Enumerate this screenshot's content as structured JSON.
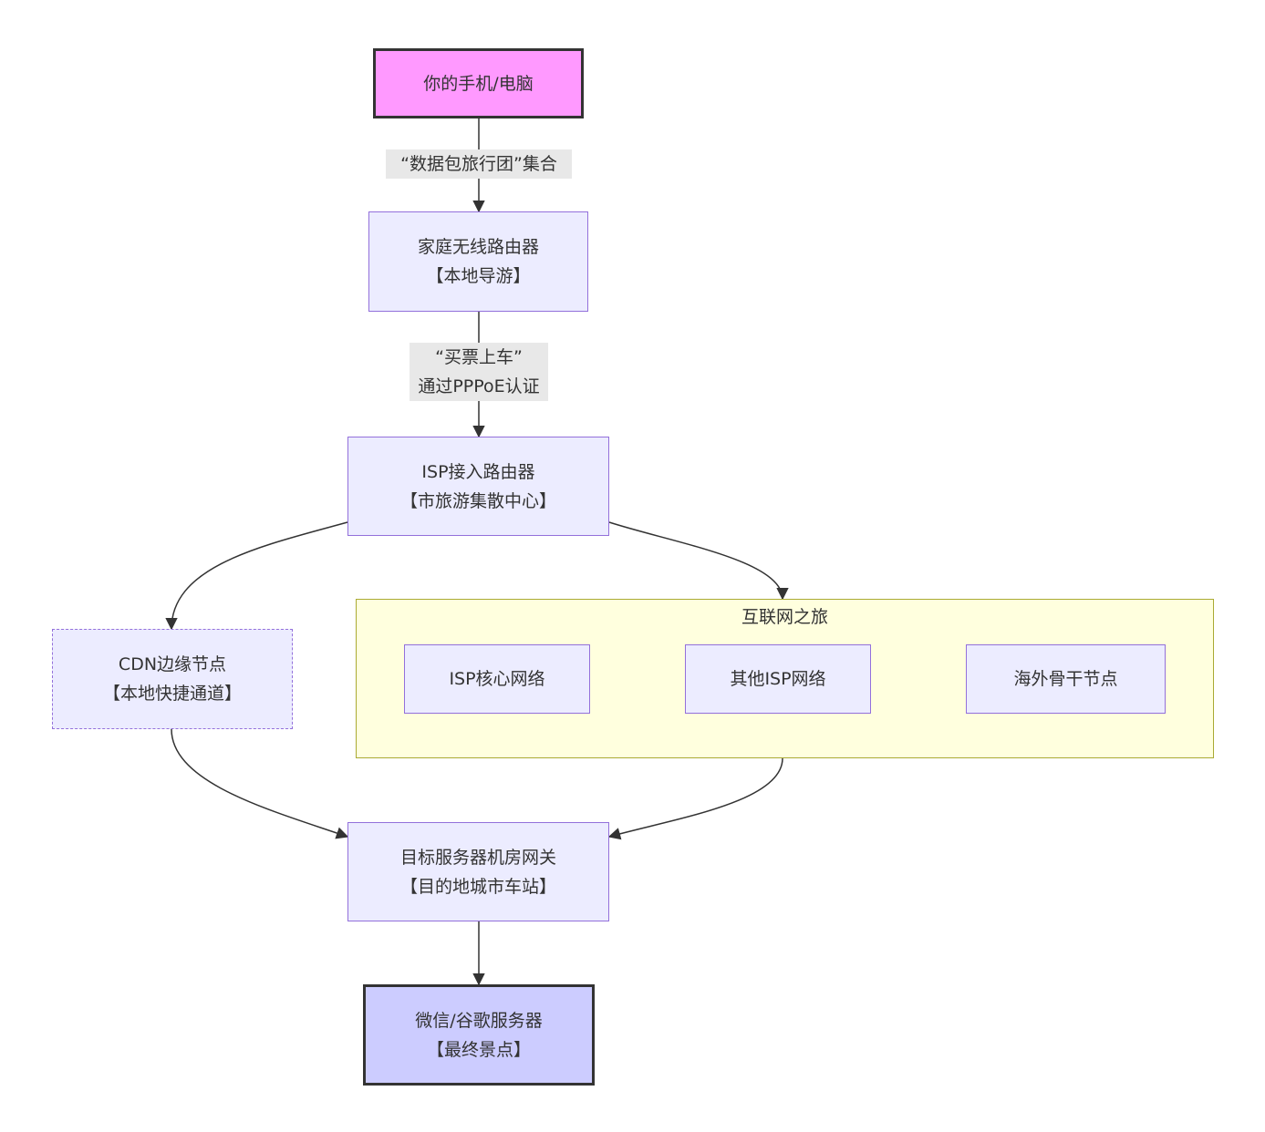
{
  "nodes": {
    "device": {
      "line1": "你的手机/电脑"
    },
    "home_router": {
      "line1": "家庭无线路由器",
      "line2": "【本地导游】"
    },
    "isp_router": {
      "line1": "ISP接入路由器",
      "line2": "【市旅游集散中心】"
    },
    "cdn": {
      "line1": "CDN边缘节点",
      "line2": "【本地快捷通道】"
    },
    "isp_core": {
      "line1": "ISP核心网络"
    },
    "other_isp": {
      "line1": "其他ISP网络"
    },
    "overseas": {
      "line1": "海外骨干节点"
    },
    "gateway": {
      "line1": "目标服务器机房网关",
      "line2": "【目的地城市车站】"
    },
    "server": {
      "line1": "微信/谷歌服务器",
      "line2": "【最终景点】"
    }
  },
  "cluster": {
    "title": "互联网之旅"
  },
  "edge_labels": {
    "gather": {
      "line1": "“数据包旅行团”集合"
    },
    "ticket": {
      "line1": "“买票上车”",
      "line2": "通过PPPoE认证"
    }
  },
  "colors": {
    "start_fill": "#ff99ff",
    "end_fill": "#ccccff",
    "node_fill": "#ececff",
    "node_border": "#9370db",
    "cluster_fill": "#ffffde",
    "cluster_border": "#aaaa33",
    "edge": "#333333",
    "edge_label_bg": "#e8e8e8"
  }
}
